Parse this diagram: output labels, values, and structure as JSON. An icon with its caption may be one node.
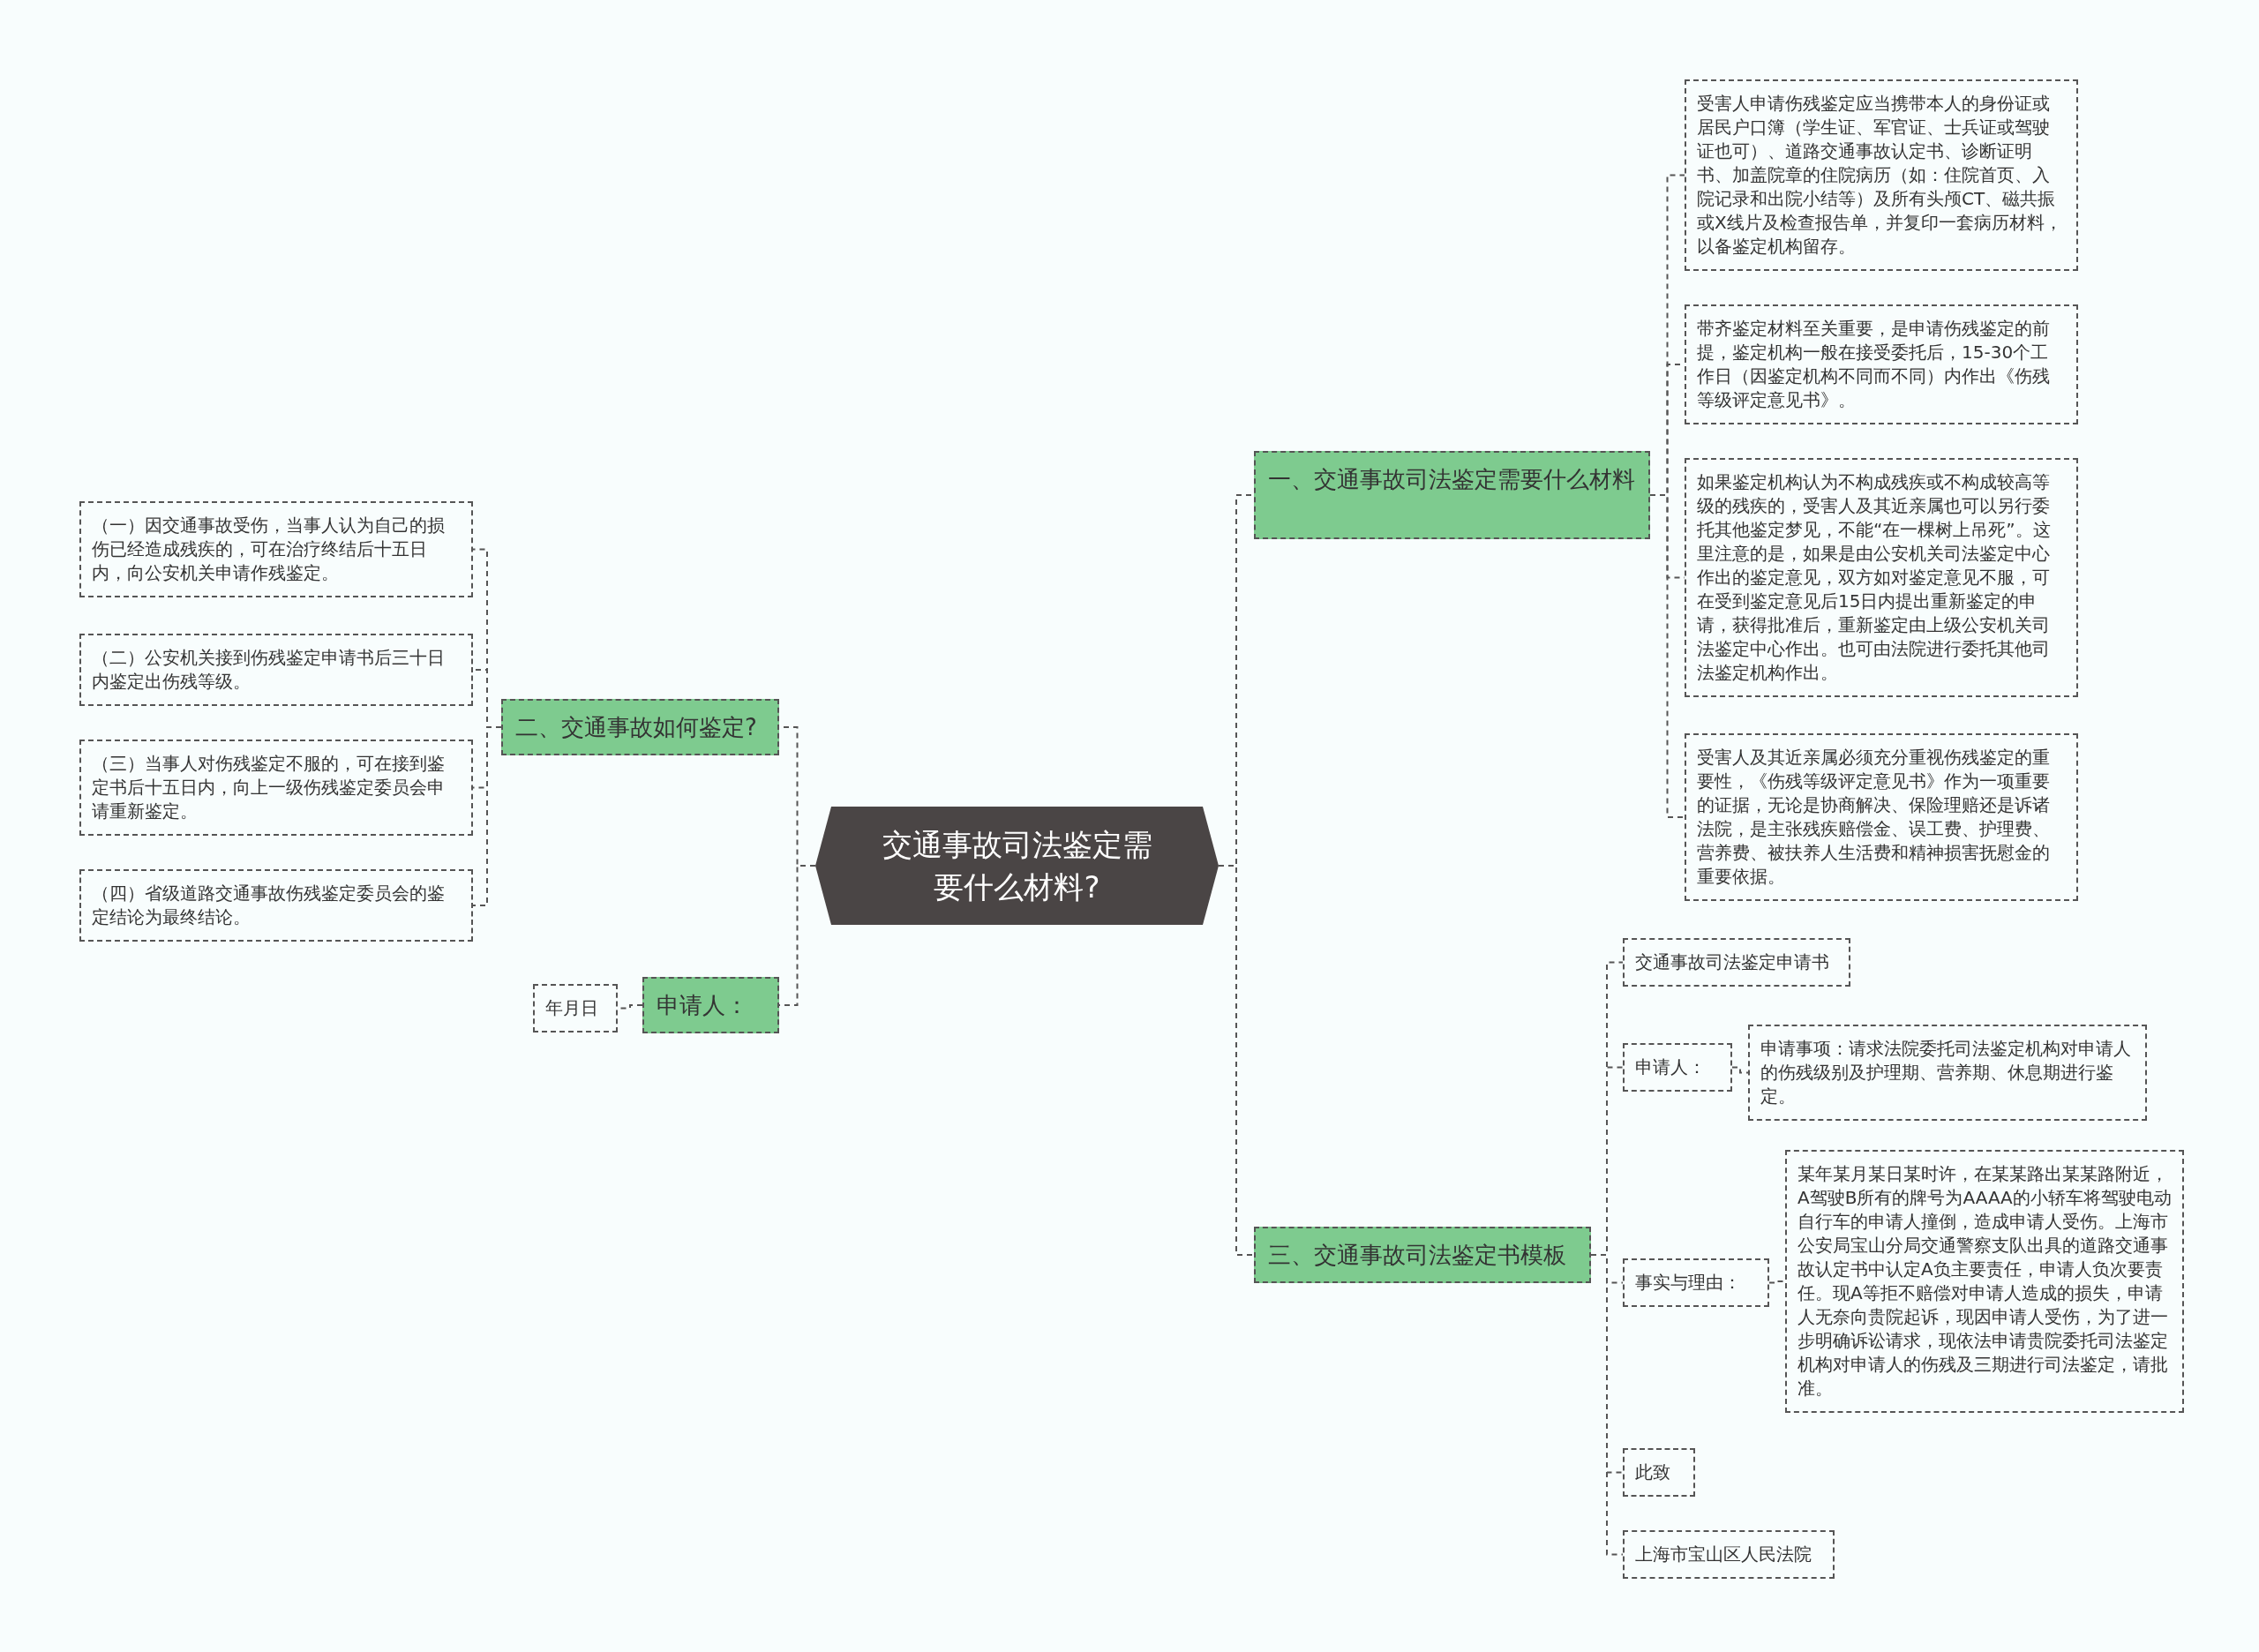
{
  "diagram": {
    "nodes": [
      {
        "text": [
          "交通事故司法鉴定需要什么材料?"
        ]
      },
      {
        "text": [
          "一、交通事故司法鉴定需要什么材料"
        ]
      },
      {
        "text": [
          "受害人申请伤残鉴定应当携带本人的身份证或居民户口簿（学生证、军官证、士兵证或驾驶证也可）、道路交通事故认定书、诊断证明书、加盖院章的住院病历（如：住院首页、入院记录和出院小结等）及所有头颅CT、磁共振或X线片及检查报告单，并复印一套病历材料，以备鉴定机构留存。"
        ]
      },
      {
        "text": [
          "带齐鉴定材料至关重要，是申请伤残鉴定的前提，鉴定机构一般在接受委托后，15-30个工作日（因鉴定机构不同而不同）内作出《伤残等级评定意见书》。"
        ]
      },
      {
        "text": [
          "如果鉴定机构认为不构成残疾或不构成较高等级的残疾的，受害人及其近亲属也可以另行委托其他鉴定梦见，不能“在一棵树上吊死”。这里注意的是，如果是由公安机关司法鉴定中心作出的鉴定意见，双方如对鉴定意见不服，可在受到鉴定意见后15日内提出重新鉴定的申请，获得批准后，重新鉴定由上级公安机关司法鉴定中心作出。也可由法院进行委托其他司法鉴定机构作出。"
        ]
      },
      {
        "text": [
          "受害人及其近亲属必须充分重视伤残鉴定的重要性，《伤残等级评定意见书》作为一项重要的证据，无论是协商解决、保险理赔还是诉诸法院，是主张残疾赔偿金、误工费、护理费、营养费、被扶养人生活费和精神损害抚慰金的重要依据。"
        ]
      },
      {
        "text": [
          "三、交通事故司法鉴定书模板"
        ]
      },
      {
        "text": [
          "交通事故司法鉴定申请书"
        ]
      },
      {
        "text": [
          "申请人："
        ]
      },
      {
        "text": [
          "申请事项：请求法院委托司法鉴定机构对申请人的伤残级别及护理期、营养期、休息期进行鉴定。"
        ]
      },
      {
        "text": [
          "事实与理由："
        ]
      },
      {
        "text": [
          "某年某月某日某时许，在某某路出某某路附近，A驾驶B所有的牌号为AAAA的小轿车将驾驶电动自行车的申请人撞倒，造成申请人受伤。上海市公安局宝山分局交通警察支队出具的道路交通事故认定书中认定A负主要责任，申请人负次要责任。现A等拒不赔偿对申请人造成的损失，申请人无奈向贵院起诉，现因申请人受伤，为了进一步明确诉讼请求，现依法申请贵院委托司法鉴定机构对申请人的伤残及三期进行司法鉴定，请批准。"
        ]
      },
      {
        "text": [
          "此致"
        ]
      },
      {
        "text": [
          "上海市宝山区人民法院"
        ]
      },
      {
        "text": [
          "二、交通事故如何鉴定?"
        ]
      },
      {
        "text": [
          "（一）因交通事故受伤，当事人认为自己的损伤已经造成残疾的，可在治疗终结后十五日内，向公安机关申请作残鉴定。"
        ]
      },
      {
        "text": [
          "（二）公安机关接到伤残鉴定申请书后三十日内鉴定出伤残等级。"
        ]
      },
      {
        "text": [
          "（三）当事人对伤残鉴定不服的，可在接到鉴定书后十五日内，向上一级伤残鉴定委员会申请重新鉴定。"
        ]
      },
      {
        "text": [
          "（四）省级道路交通事故伤残鉴定委员会的鉴定结论为最终结论。"
        ]
      },
      {
        "text": [
          "申请人："
        ]
      },
      {
        "text": [
          "年月日"
        ]
      }
    ],
    "edges": [
      {
        "from": 0,
        "to": 1,
        "arrow": "none"
      },
      {
        "from": 1,
        "to": 2,
        "arrow": "none"
      },
      {
        "from": 1,
        "to": 3,
        "arrow": "none"
      },
      {
        "from": 1,
        "to": 4,
        "arrow": "none"
      },
      {
        "from": 1,
        "to": 5,
        "arrow": "none"
      },
      {
        "from": 0,
        "to": 6,
        "arrow": "none"
      },
      {
        "from": 6,
        "to": 7,
        "arrow": "none"
      },
      {
        "from": 6,
        "to": 8,
        "arrow": "none"
      },
      {
        "from": 8,
        "to": 9,
        "arrow": "none"
      },
      {
        "from": 6,
        "to": 10,
        "arrow": "none"
      },
      {
        "from": 10,
        "to": 11,
        "arrow": "none"
      },
      {
        "from": 6,
        "to": 12,
        "arrow": "none"
      },
      {
        "from": 6,
        "to": 13,
        "arrow": "none"
      },
      {
        "from": 0,
        "to": 14,
        "arrow": "none"
      },
      {
        "from": 14,
        "to": 15,
        "arrow": "none"
      },
      {
        "from": 14,
        "to": 16,
        "arrow": "none"
      },
      {
        "from": 14,
        "to": 17,
        "arrow": "none"
      },
      {
        "from": 14,
        "to": 18,
        "arrow": "none"
      },
      {
        "from": 0,
        "to": 19,
        "arrow": "none"
      },
      {
        "from": 19,
        "to": 20,
        "arrow": "none"
      }
    ]
  }
}
